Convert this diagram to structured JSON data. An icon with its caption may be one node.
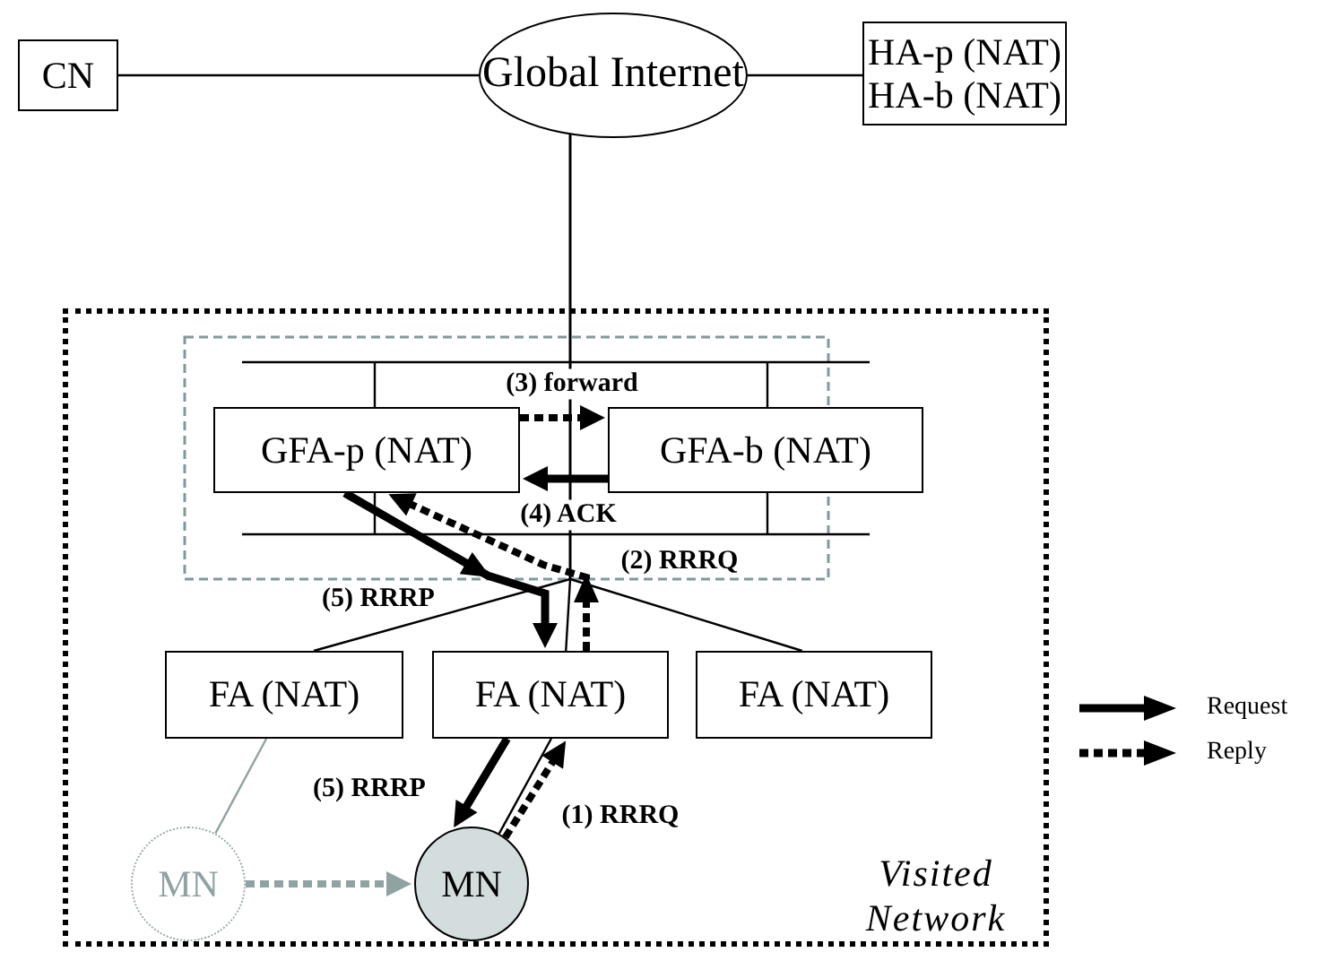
{
  "diagram": {
    "nodes": [
      {
        "text": [
          "CN"
        ]
      },
      {
        "text": [
          "Global Internet"
        ]
      },
      {
        "text": [
          "HA-p (NAT)",
          "HA-b (NAT)"
        ]
      },
      {
        "text": [
          "Visited Network"
        ]
      },
      {
        "text": [
          "GFA-p (NAT)"
        ],
        "in": 3
      },
      {
        "text": [
          "GFA-b (NAT)"
        ],
        "in": 3
      },
      {
        "text": [
          "FA (NAT)"
        ],
        "in": 3
      },
      {
        "text": [
          "FA (NAT)"
        ],
        "in": 3
      },
      {
        "text": [
          "FA (NAT)"
        ],
        "in": 3
      },
      {
        "text": [
          "MN"
        ],
        "in": 3
      },
      {
        "text": [
          "MN"
        ],
        "in": 3
      }
    ],
    "edges": [
      {
        "from": 0,
        "to": 1,
        "arrow": "none"
      },
      {
        "from": 1,
        "to": 2,
        "arrow": "none"
      },
      {
        "from": 1,
        "to": 6,
        "arrow": "none"
      },
      {
        "from": 1,
        "to": 7,
        "arrow": "none"
      },
      {
        "from": 1,
        "to": 8,
        "arrow": "none"
      },
      {
        "from": 6,
        "to": 9,
        "arrow": "none",
        "color": "#8fa3a3"
      },
      {
        "from": 7,
        "to": 10,
        "arrow": "none"
      },
      {
        "from": 9,
        "to": 10,
        "arrow": "to",
        "style": "dashed",
        "color": "#8fa3a3"
      },
      {
        "from": 4,
        "to": 5,
        "arrow": "to",
        "style": "dashed",
        "label": "(3) forward"
      },
      {
        "from": 5,
        "to": 4,
        "arrow": "to",
        "style": "thick",
        "label": "(4) ACK"
      },
      {
        "from": 7,
        "to": 4,
        "arrow": "to",
        "style": "dashed",
        "label": "(2) RRRQ"
      },
      {
        "from": 4,
        "to": 7,
        "arrow": "to",
        "style": "thick",
        "label": "(5) RRRP"
      },
      {
        "from": 10,
        "to": 7,
        "arrow": "to",
        "style": "dashed",
        "label": "(1) RRRQ"
      },
      {
        "from": 7,
        "to": 10,
        "arrow": "to",
        "style": "thick",
        "label": "(5) RRRP"
      }
    ],
    "legend": [
      {
        "text": "Request"
      },
      {
        "text": "Reply"
      }
    ]
  }
}
